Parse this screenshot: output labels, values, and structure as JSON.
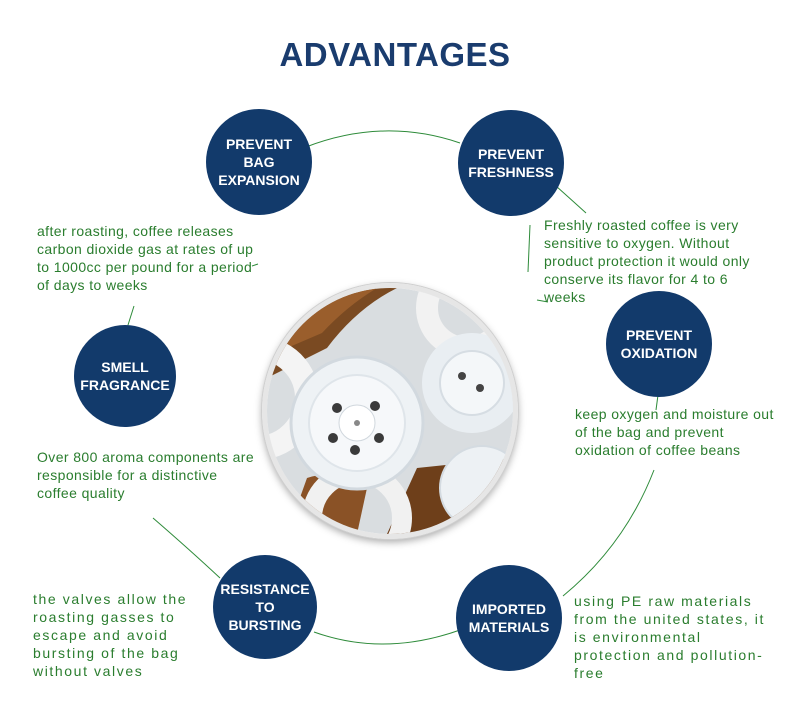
{
  "title": "ADVANTAGES",
  "colors": {
    "badge": "#123a6b",
    "title": "#1a3c6e",
    "text": "#2a7d2e",
    "line": "#2e8b3a"
  },
  "photo": {
    "icon": "coffee-valve-photo"
  },
  "features": [
    {
      "label": "PREVENT BAG EXPANSION",
      "text": "after roasting, coffee releases carbon dioxide gas at rates of up to 1000cc per pound for a period of days to weeks"
    },
    {
      "label": "PREVENT FRESHNESS",
      "text": "Freshly roasted coffee is very sensitive to oxygen. Without product protection it would only conserve its flavor for 4 to 6 weeks"
    },
    {
      "label": "SMELL FRAGRANCE",
      "text": "Over 800 aroma components are responsible for a distinctive coffee quality"
    },
    {
      "label": "PREVENT OXIDATION",
      "text": "keep oxygen and moisture out of the bag and prevent oxidation of coffee beans"
    },
    {
      "label": "RESISTANCE TO BURSTING",
      "text": "the valves allow the roasting gasses to escape and avoid bursting of the bag without valves"
    },
    {
      "label": "IMPORTED MATERIALS",
      "text": "using PE raw materials from the united states, it is environmental protection and pollution-free"
    }
  ]
}
